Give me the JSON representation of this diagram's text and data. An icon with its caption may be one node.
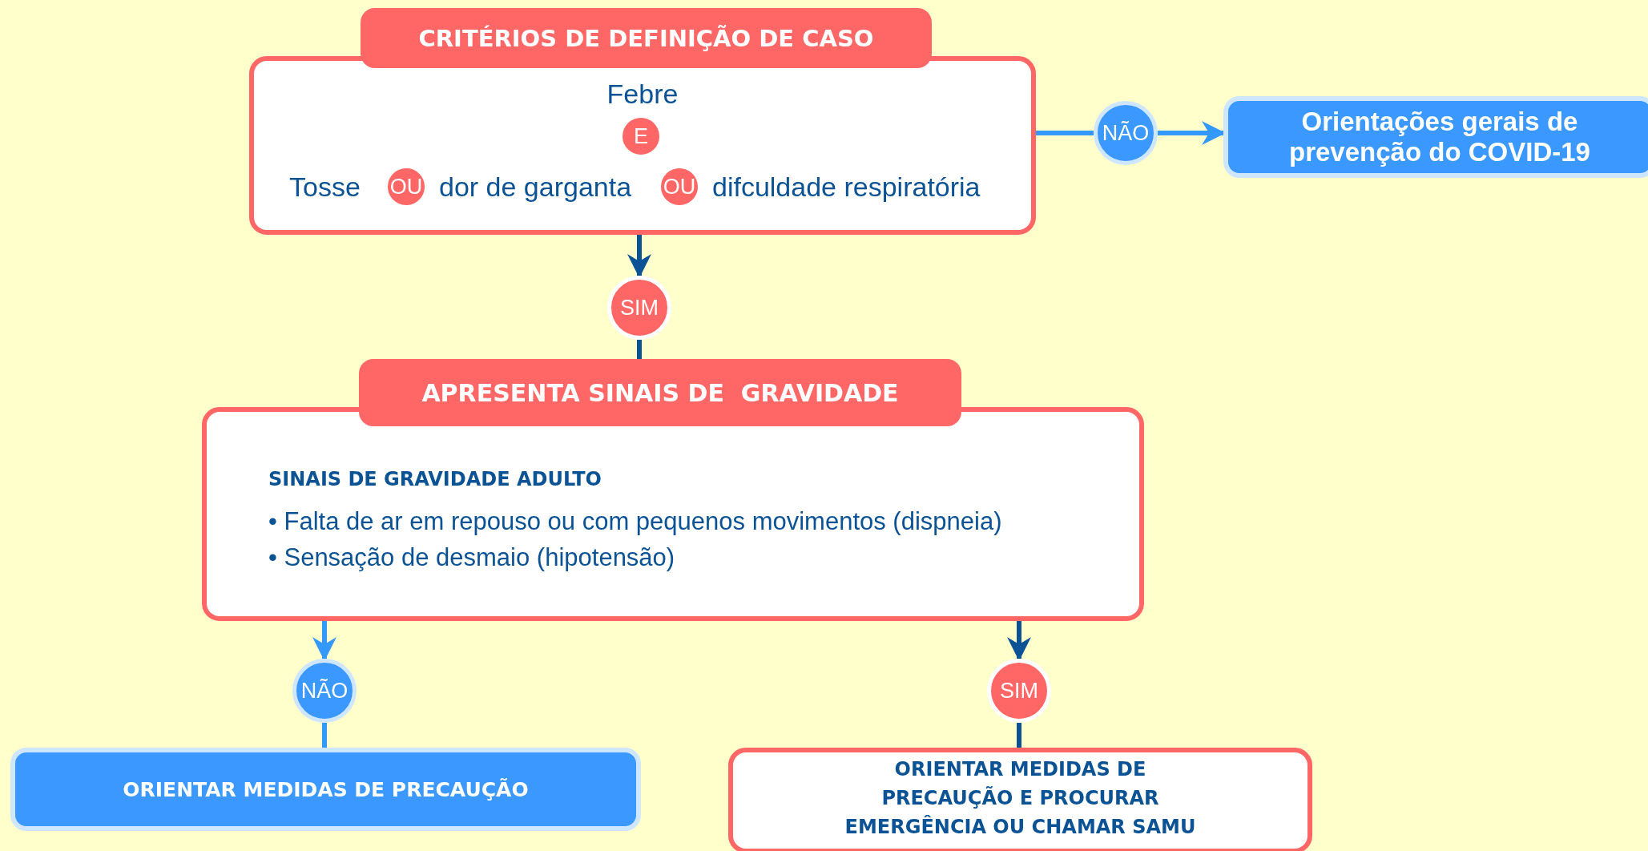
{
  "diagram": {
    "nodes": [
      {
        "text": [
          "CRITÉRIOS DE DEFINIÇÃO DE CASO",
          "Febre",
          "Tosse",
          "dor de garganta",
          "difculdade respiratória"
        ]
      },
      {
        "text": [
          "E"
        ],
        "in": 0
      },
      {
        "text": [
          "OU"
        ],
        "in": 0
      },
      {
        "text": [
          "OU"
        ],
        "in": 0
      },
      {
        "text": [
          "NÃO"
        ]
      },
      {
        "text": [
          "Orientações gerais de prevenção do COVID-19"
        ]
      },
      {
        "text": [
          "SIM"
        ]
      },
      {
        "text": [
          "APRESENTA SINAIS DE  GRAVIDADE",
          "SINAIS DE GRAVIDADE ADULTO",
          "• Falta de ar em repouso ou com pequenos movimentos (dispneia)",
          "• Sensação de desmaio (hipotensão)"
        ]
      },
      {
        "text": [
          "NÃO"
        ]
      },
      {
        "text": [
          "SIM"
        ]
      },
      {
        "text": [
          "ORIENTAR MEDIDAS DE PRECAUÇÃO"
        ]
      },
      {
        "text": [
          "ORIENTAR MEDIDAS DE PRECAUÇÃO E PROCURAR EMERGÊNCIA OU CHAMAR SAMU"
        ]
      }
    ],
    "edges": [
      {
        "from": 0,
        "to": 4,
        "arrow": "none",
        "color": "#3399ff"
      },
      {
        "from": 4,
        "to": 5,
        "arrow": "to",
        "color": "#3399ff"
      },
      {
        "from": 0,
        "to": 6,
        "arrow": "to",
        "color": "#0b5394"
      },
      {
        "from": 6,
        "to": 7,
        "arrow": "none",
        "color": "#0b5394"
      },
      {
        "from": 7,
        "to": 8,
        "arrow": "to",
        "color": "#3399ff"
      },
      {
        "from": 8,
        "to": 10,
        "arrow": "none",
        "color": "#3399ff"
      },
      {
        "from": 7,
        "to": 9,
        "arrow": "to",
        "color": "#0b5394"
      },
      {
        "from": 9,
        "to": 11,
        "arrow": "none",
        "color": "#0b5394"
      }
    ]
  }
}
